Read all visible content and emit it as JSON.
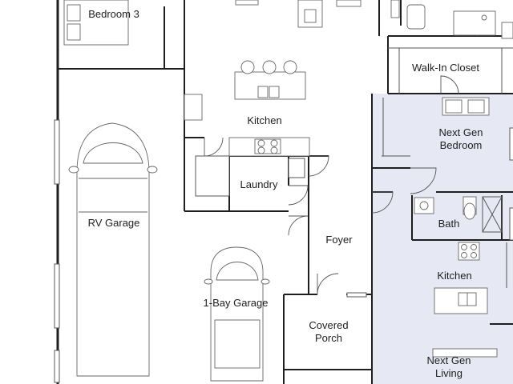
{
  "rooms": {
    "bedroom3": "Bedroom 3",
    "walk_in_closet": "Walk-In Closet",
    "kitchen": "Kitchen",
    "next_gen_bedroom": [
      "Next Gen",
      "Bedroom"
    ],
    "laundry": "Laundry",
    "rv_garage": "RV Garage",
    "bath": "Bath",
    "foyer": "Foyer",
    "next_gen_kitchen": "Kitchen",
    "one_bay_garage": "1-Bay Garage",
    "covered_porch": [
      "Covered",
      "Porch"
    ],
    "next_gen_living": [
      "Next Gen",
      "Living"
    ]
  },
  "colors": {
    "wall": "#1e1e1e",
    "next_gen_suite": "#e6e9f3",
    "background": "#ffffff"
  }
}
